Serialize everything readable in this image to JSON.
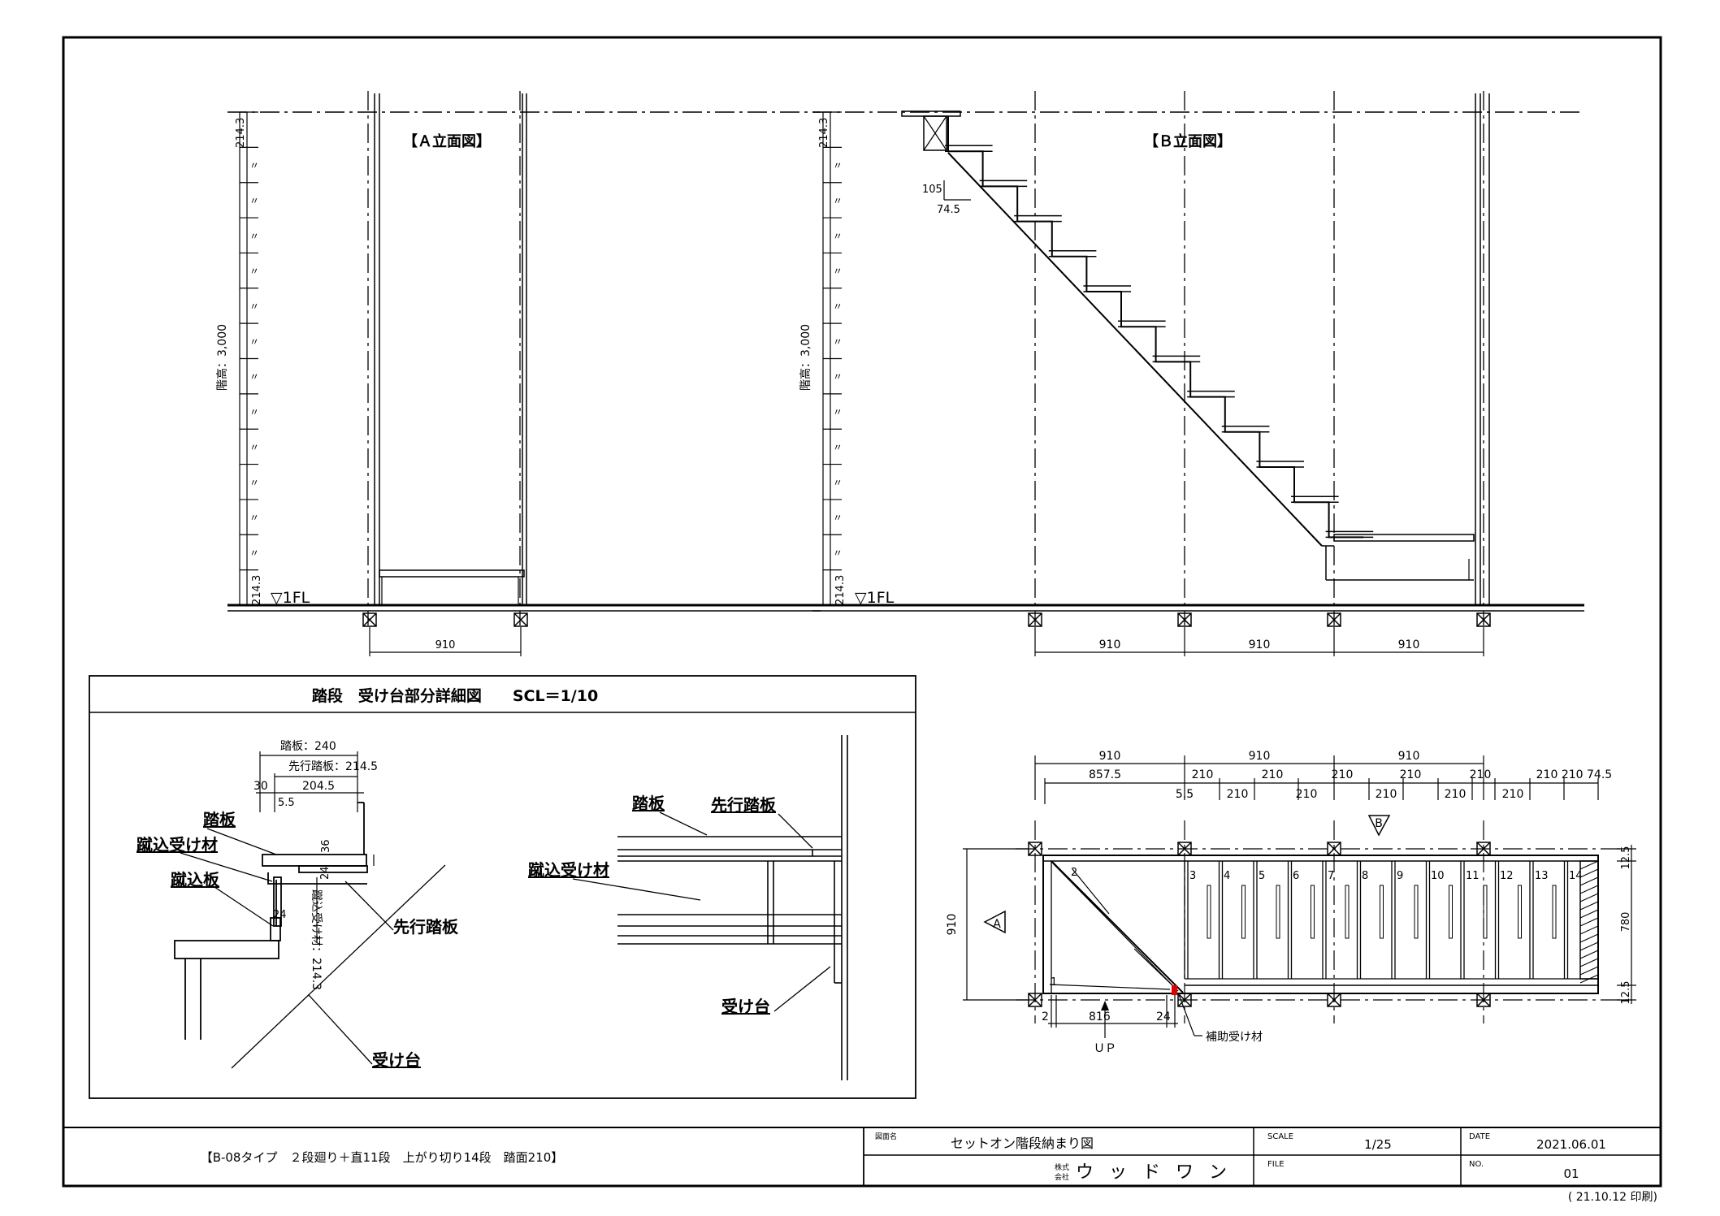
{
  "elevation_a": {
    "title": "【Ａ立面図】",
    "height_label": "階高：3,000",
    "top_dim": "214.3",
    "bottom_dim": "214.3",
    "floor_label": "▽1FL",
    "repeat_mark": "〃",
    "width_dim": "910"
  },
  "elevation_b": {
    "title": "【Ｂ立面図】",
    "height_label": "階高：3,000",
    "top_dim": "214.3",
    "bottom_dim": "214.3",
    "floor_label": "▽1FL",
    "repeat_mark": "〃",
    "dim_105": "105",
    "dim_745": "74.5",
    "widths": [
      "910",
      "910",
      "910"
    ]
  },
  "detail": {
    "title": "踏段　受け台部分詳細図　　SCL＝1/10",
    "dim_tread": "踏板：240",
    "dim_front_tread": "先行踏板：214.5",
    "dim_30": "30",
    "dim_2045": "204.5",
    "dim_55": "5.5",
    "dim_36": "36",
    "dim_24a": "24",
    "dim_24b": "24",
    "dim_riser_support": "蹴込受け材：214.3",
    "label_tread": "踏板",
    "label_riser_support": "蹴込受け材",
    "label_riser": "蹴込板",
    "label_front_tread": "先行踏板",
    "label_support_base": "受け台",
    "label_tread2": "踏板",
    "label_front_tread2": "先行踏板",
    "label_riser_support2": "蹴込受け材",
    "label_support_base2": "受け台"
  },
  "plan": {
    "top_dims": [
      "910",
      "910",
      "910"
    ],
    "sub_dims_1": [
      "857.5",
      "210",
      "210",
      "210",
      "210",
      "210",
      "210",
      "210 74.5"
    ],
    "sub_dims_2": [
      "5.5",
      "210",
      "210",
      "210",
      "210",
      "210"
    ],
    "marker_a": "A",
    "marker_b": "B",
    "left_dim": "910",
    "right_dims": [
      "12.5",
      "780",
      "12.5"
    ],
    "step_numbers": [
      "1",
      "2",
      "3",
      "4",
      "5",
      "6",
      "7",
      "8",
      "9",
      "10",
      "11",
      "12",
      "13",
      "14"
    ],
    "dim_2": "2",
    "dim_816": "816",
    "dim_24": "24",
    "up_label": "ＵＰ",
    "aux_label": "補助受け材"
  },
  "title_block": {
    "description": "【B-08タイプ　２段廻り＋直11段　上がり切り14段　踏面210】",
    "drawing_name_label": "図面名",
    "drawing_name": "セットオン階段納まり図",
    "company_prefix_1": "株式",
    "company_prefix_2": "会社",
    "company": "ウ ッ ド ワ ン",
    "scale_label": "SCALE",
    "scale": "1/25",
    "file_label": "FILE",
    "file": "",
    "date_label": "DATE",
    "date": "2021.06.01",
    "no_label": "NO.",
    "no": "01",
    "print_date": "( 21.10.12 印刷)"
  },
  "colors": {
    "line": "#000000",
    "highlight": "#e00000",
    "background": "#ffffff"
  }
}
